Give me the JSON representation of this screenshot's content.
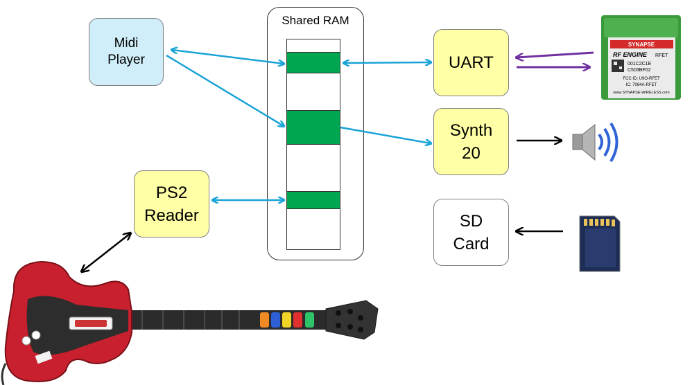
{
  "diagram": {
    "shared_ram_label": "Shared RAM",
    "midi_player_label": "Midi\nPlayer",
    "uart_label": "UART",
    "synth_label": "Synth\n20",
    "ps2_reader_label": "PS2\nReader",
    "sd_card_label": "SD\nCard",
    "rf_module_lines": [
      "SYNAPSE",
      "RF ENGINE",
      "RFET",
      "001C2C1E",
      "C503BF02",
      "FCC ID: U9O-RFET",
      "IC: 7084A-RFET",
      "www.SYNAPSE-WIRELESS.com"
    ]
  },
  "colors": {
    "connector_blue": "#1aa3d6",
    "connector_purple": "#7030a0",
    "connector_black": "#000000",
    "ram_block_green": "#00a650",
    "midi_box_fill": "#d0eef9",
    "module_box_fill": "#ffffa6",
    "guitar_red": "#c8202e"
  },
  "icons": [
    "rf-engine-module-icon",
    "speaker-icon",
    "sd-card-icon",
    "guitar-controller-icon"
  ]
}
